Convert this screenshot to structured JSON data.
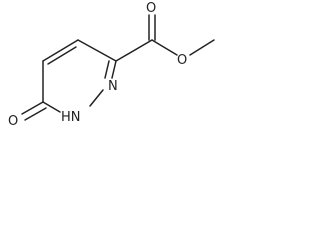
{
  "molecule": {
    "atoms": {
      "ring_n_upper": "N",
      "ring_nh": "HN",
      "carbonyl_o_ketone": "O",
      "carbonyl_o_ester": "O",
      "ester_o": "O"
    }
  }
}
